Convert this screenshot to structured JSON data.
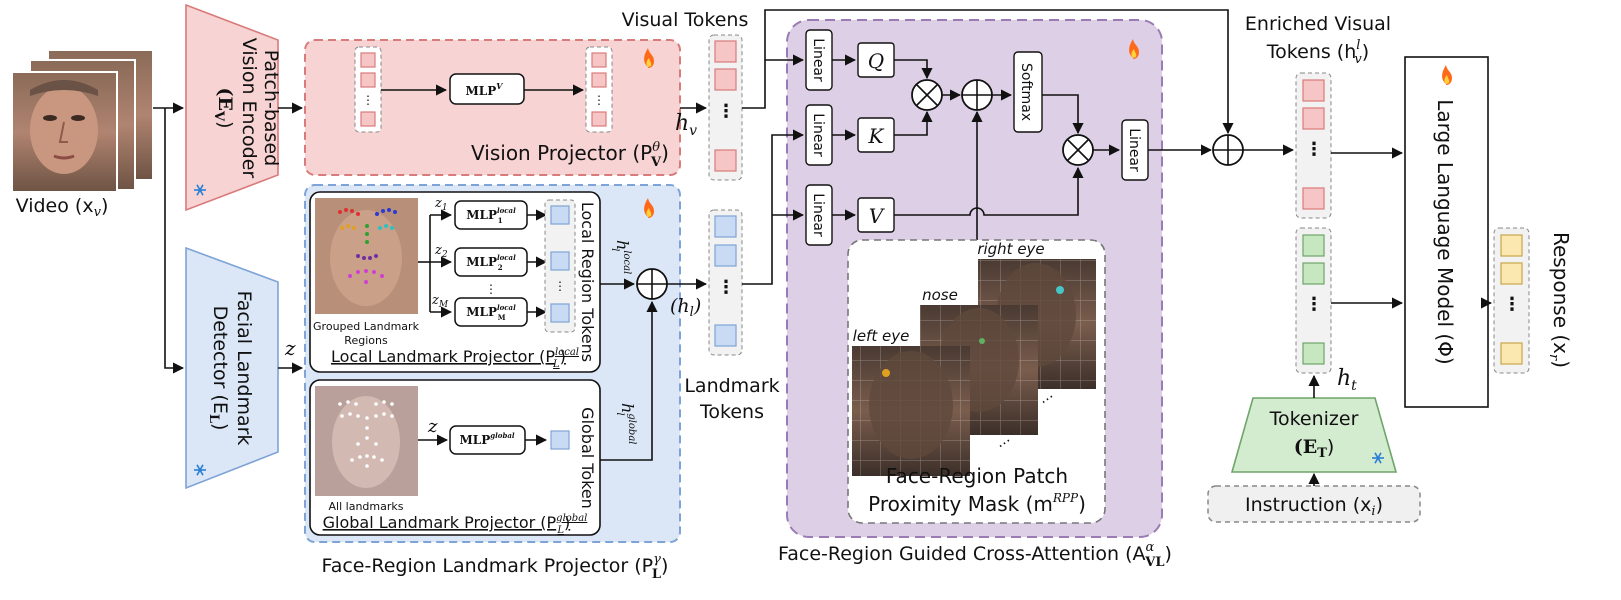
{
  "colors": {
    "red_fill": "#f7d3d3",
    "red_stroke": "#d97b7b",
    "blue_fill": "#dbe7f7",
    "blue_stroke": "#7ea3d6",
    "purple_fill": "#ddd0e6",
    "purple_stroke": "#9b7bb4",
    "green_fill": "#d3ebcf",
    "green_stroke": "#6ea56a",
    "yellow_fill": "#fbeabf",
    "yellow_stroke": "#c9a64d",
    "token_red": "#f6c5c5",
    "token_blue": "#c9dbf4",
    "token_green": "#c6e7c0",
    "token_yellow": "#fbe7b0"
  },
  "icons": [
    "fire-icon",
    "snowflake-icon"
  ],
  "video": {
    "label": "Video (x",
    "sub": "v",
    "close": ")"
  },
  "vision_encoder": {
    "line1": "Patch-based",
    "line2": "Vision Encoder",
    "line3": "(E",
    "sub": "V",
    "close": ")"
  },
  "landmark_detector": {
    "line1": "Facial Landmark",
    "line2": "Detector (E",
    "sub": "L",
    "close": ")"
  },
  "vision_projector": {
    "title": "Vision Projector (P",
    "sup": "θ",
    "sub": "V",
    "close": ")",
    "mlp": "MLP",
    "mlp_sup": "V"
  },
  "visual_tokens": {
    "label": "Visual Tokens",
    "h_label": "h",
    "h_sub": "v"
  },
  "landmark_projector": {
    "title": "Face-Region Landmark  Projector (P",
    "sup": "γ",
    "sub": "L",
    "close": ")",
    "local": {
      "image_caption_1": "Grouped Landmark",
      "image_caption_2": "Regions",
      "title": "Local Landmark Projector (P",
      "sup": "local",
      "sub": "L",
      "close": ")",
      "z_labels": [
        "z",
        "z",
        "z"
      ],
      "z_subs": [
        "1",
        "2",
        "M"
      ],
      "mlps": [
        "MLP",
        "MLP",
        "MLP"
      ],
      "mlp_sups": [
        "local",
        "local",
        "local"
      ],
      "mlp_subs": [
        "1",
        "2",
        "M"
      ],
      "vertical": "Local Region  Tokens",
      "h_label": "h",
      "h_sup": "local",
      "h_sub": "l"
    },
    "global": {
      "image_caption": "All landmarks",
      "title": "Global Landmark Projector (P",
      "sup": "global",
      "sub": "L",
      "close": ")",
      "z": "z",
      "mlp": "MLP",
      "mlp_sup": "global",
      "vertical": "Global Token",
      "h_label": "h",
      "h_sup": "global",
      "h_sub": "l"
    },
    "z_input": "z",
    "hl_label": "(h",
    "hl_sub": "l",
    "hl_close": ")"
  },
  "landmark_tokens": {
    "line1": "Landmark",
    "line2": "Tokens"
  },
  "cross_attention": {
    "title": "Face-Region Guided Cross-Attention (A",
    "sup": "α",
    "sub": "VL",
    "close": ")",
    "linears": [
      "Linear",
      "Linear",
      "Linear"
    ],
    "out_linear": "Linear",
    "q": "Q",
    "k": "K",
    "v": "V",
    "softmax": "Softmax",
    "mask_title_1": "Face-Region Patch",
    "mask_title_2": "Proximity Mask (m",
    "mask_sup": "RPP",
    "mask_close": ")",
    "face_labels": [
      "left eye",
      "nose",
      "right eye"
    ]
  },
  "enriched": {
    "line1": "Enriched Visual",
    "line2": "Tokens (h",
    "sup": "l",
    "sub": "v",
    "close": ")"
  },
  "tokenizer": {
    "line1": "Tokenizer",
    "line2": "(E",
    "sub": "T",
    "close": ")",
    "h_label": "h",
    "h_sub": "t"
  },
  "instruction": {
    "label": "Instruction (x",
    "sub": "i",
    "close": ")"
  },
  "llm": {
    "label": "Large Language Model (Φ)"
  },
  "response": {
    "label": "Response (x",
    "sub": "r",
    "close": ")"
  }
}
